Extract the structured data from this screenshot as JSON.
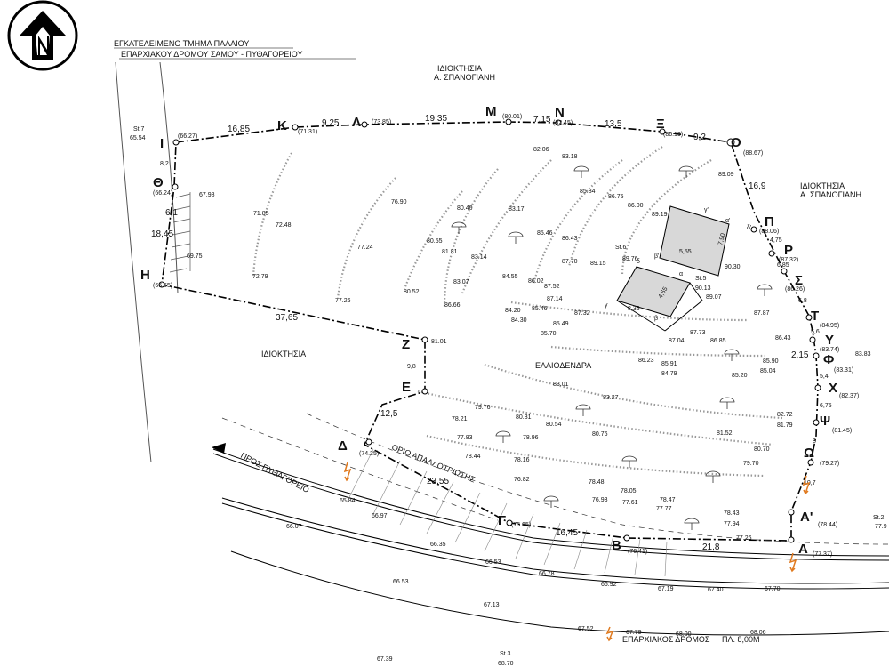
{
  "header": {
    "line1": "ΕΓΚΑΤΕΛΕΙΜΕΝΟ ΤΜΗΜΑ ΠΑΛΑΙΟΥ",
    "line2": "ΕΠΑΡΧΙΑΚΟΥ ΔΡΟΜΟΥ ΣΑΜΟΥ - ΠΥΘΑΓΟΡΕΙΟΥ"
  },
  "property_top": {
    "line1": "ΙΔΙΟΚΤΗΣΙΑ",
    "line2": "Α. ΣΠΑΝΟΓΙΑΝΗ"
  },
  "property_right": {
    "line1": "ΙΔΙΟΚΤΗΣΙΑ",
    "line2": "Α. ΣΠΑΝΟΓΙΑΝΗ"
  },
  "property_left": "ΙΔΙΟΚΤΗΣΙΑ",
  "olive_trees": "ΕΛΑΙΟΔΕΝΔΡΑ",
  "expropriation_limit": "ΟΡΙΟ ΑΠΑΛΛΟΤΡΙΩΣΗΣ",
  "to_pythagoreio": "ΠΡΟΣ ΠΥΘΑΓΟΡΕΙΟ",
  "road": {
    "name": "ΕΠΑΡΧΙΑΚΟΣ ΔΡΟΜΟΣ",
    "width": "ΠΛ. 8,00Μ"
  },
  "vertices": [
    {
      "name": "Ι",
      "elev": "(66.27)"
    },
    {
      "name": "Κ",
      "elev": "(71.31)"
    },
    {
      "name": "Λ",
      "elev": "(73.85)"
    },
    {
      "name": "Μ",
      "elev": "(80.01)"
    },
    {
      "name": "Ν",
      "elev": "(82.45)"
    },
    {
      "name": "Ξ",
      "elev": "(86.19)"
    },
    {
      "name": "Ο",
      "elev": "(88.67)"
    },
    {
      "name": "Π",
      "elev": "(88.06)"
    },
    {
      "name": "Ρ",
      "elev": "(87.32)"
    },
    {
      "name": "Σ",
      "elev": "(86.26)"
    },
    {
      "name": "Τ",
      "elev": "(84.95)"
    },
    {
      "name": "Υ",
      "elev": "(83.74)"
    },
    {
      "name": "Φ",
      "elev": "(83.31)"
    },
    {
      "name": "Χ",
      "elev": "(82.37)"
    },
    {
      "name": "Ψ",
      "elev": "(81.45)"
    },
    {
      "name": "Ω",
      "elev": "(79.27)"
    },
    {
      "name": "Α'",
      "elev": "(78.44)"
    },
    {
      "name": "Α",
      "elev": "(77.37)"
    },
    {
      "name": "Β",
      "elev": "(76.41)"
    },
    {
      "name": "Γ",
      "elev": "(75.65)"
    },
    {
      "name": "Δ",
      "elev": "(74.25)"
    },
    {
      "name": "Ε",
      "elev": ""
    },
    {
      "name": "Ζ",
      "elev": "81.01"
    },
    {
      "name": "Η",
      "elev": "(66.65)"
    },
    {
      "name": "Θ",
      "elev": "(66.24)"
    }
  ],
  "dimensions": [
    "16,85",
    "9,25",
    "19,35",
    "7,15",
    "13,5",
    "9,2",
    "16,9",
    "4,75",
    "6,85",
    "6,8",
    "5,6",
    "2,15",
    "5,4",
    "6,75",
    "8",
    "10,7",
    "21,8",
    "16,45",
    "23,55",
    "12,5",
    "9,8",
    "37,65",
    "18,45",
    "6,1",
    "8,2"
  ],
  "elevations": [
    "82.06",
    "83.18",
    "85.84",
    "86.75",
    "86.00",
    "89.19",
    "89.09",
    "76.90",
    "71.85",
    "72.48",
    "77.24",
    "80.40",
    "83.17",
    "85.46",
    "86.43",
    "80.55",
    "81.81",
    "83.14",
    "87.70",
    "89.15",
    "89.76",
    "72.79",
    "80.52",
    "77.26",
    "83.07",
    "84.55",
    "86.02",
    "87.52",
    "87.14",
    "86.66",
    "84.20",
    "85.46",
    "84.30",
    "85.49",
    "85.70",
    "87.32",
    "90.13",
    "89.07",
    "90.30",
    "87.87",
    "86.43",
    "87.73",
    "87.04",
    "86.85",
    "86.23",
    "85.91",
    "84.79",
    "85.90",
    "85.04",
    "85.20",
    "83.01",
    "83.27",
    "79.76",
    "80.31",
    "78.21",
    "80.54",
    "77.83",
    "78.96",
    "80.76",
    "81.52",
    "82.72",
    "81.79",
    "80.70",
    "79.70",
    "78.44",
    "78.16",
    "76.82",
    "78.48",
    "78.05",
    "76.93",
    "77.61",
    "78.47",
    "77.77",
    "78.43",
    "77.94",
    "77.26",
    "65.84",
    "66.97",
    "66.07",
    "66.35",
    "66.53",
    "66.78",
    "66.92",
    "67.19",
    "67.40",
    "66.53",
    "67.13",
    "67.52",
    "67.79",
    "68.00",
    "68.06",
    "67.39",
    "67.70",
    "69.75",
    "67.98",
    "68.70",
    "65.54",
    "83.83",
    "77.9"
  ],
  "stations": [
    "St.7",
    "St.6",
    "St.5",
    "St.3",
    "St.2"
  ],
  "building_corners": [
    "α",
    "β",
    "γ",
    "δ",
    "α'",
    "β'",
    "γ'",
    "δ'"
  ],
  "building_dims": [
    "5,55",
    "7,90",
    "8,35",
    "4,65"
  ]
}
